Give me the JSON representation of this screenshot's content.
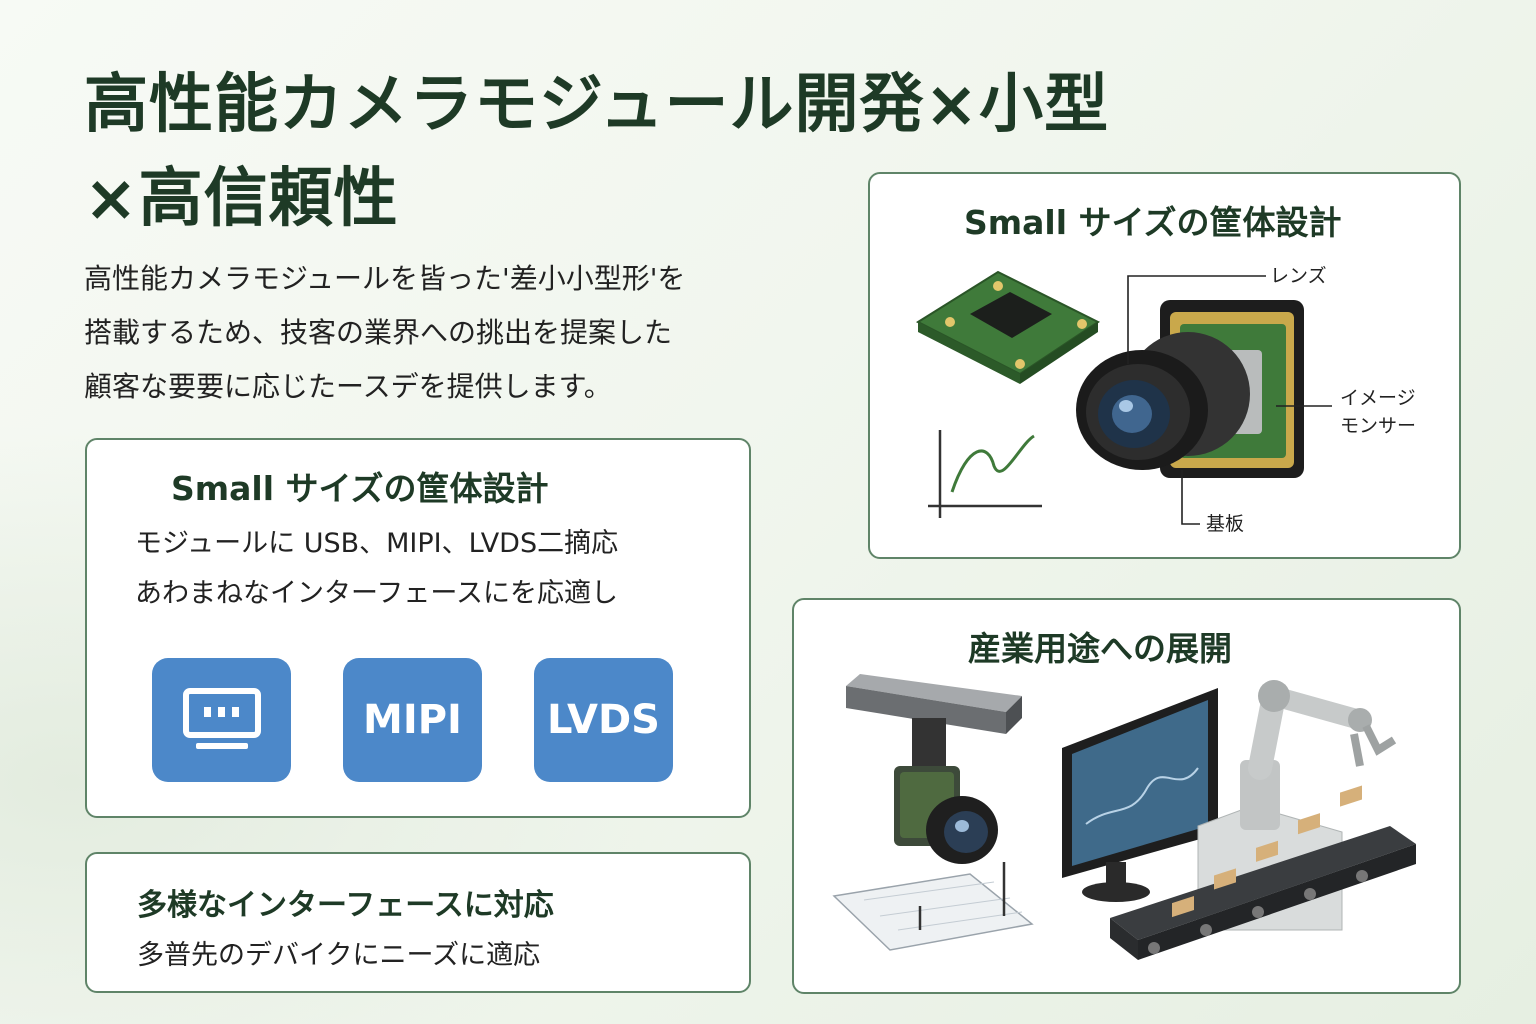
{
  "title": {
    "line1": "高性能カメラモジュール開発×小型",
    "line2": "×高信頼性"
  },
  "intro": {
    "lines": [
      "高性能カメラモジュールを皆った'差小小型形'を",
      "搭載するため、技客の業界への挑出を提案した",
      "顧客な要要に応じたースデを提供します。"
    ]
  },
  "interface_card": {
    "heading": "Small サイズの筐体設計",
    "lines": [
      "モジュールに USB、MIPI、LVDS二摘応",
      "あわまねなインターフェースにを応適し"
    ],
    "tiles": [
      {
        "name": "usb-monitor-icon",
        "label": ""
      },
      {
        "name": "mipi-tile",
        "label": "MIPI"
      },
      {
        "name": "lvds-tile",
        "label": "LVDS"
      }
    ],
    "tile_color": "#4c88c9"
  },
  "diverse_card": {
    "heading": "多様なインターフェースに対応",
    "text": "多普先のデバイクにニーズに適応"
  },
  "housing_card": {
    "heading": "Small サイズの筐体設計",
    "callouts": {
      "lens": "レンズ",
      "sensor_line1": "イメージ",
      "sensor_line2": "モンサー",
      "board": "基板"
    }
  },
  "industry_card": {
    "heading": "産業用途への展開"
  },
  "colors": {
    "accent_green": "#1e3a26",
    "card_border": "#5f8468",
    "pcb_green": "#3f7a3a",
    "tile_blue": "#4c88c9"
  }
}
